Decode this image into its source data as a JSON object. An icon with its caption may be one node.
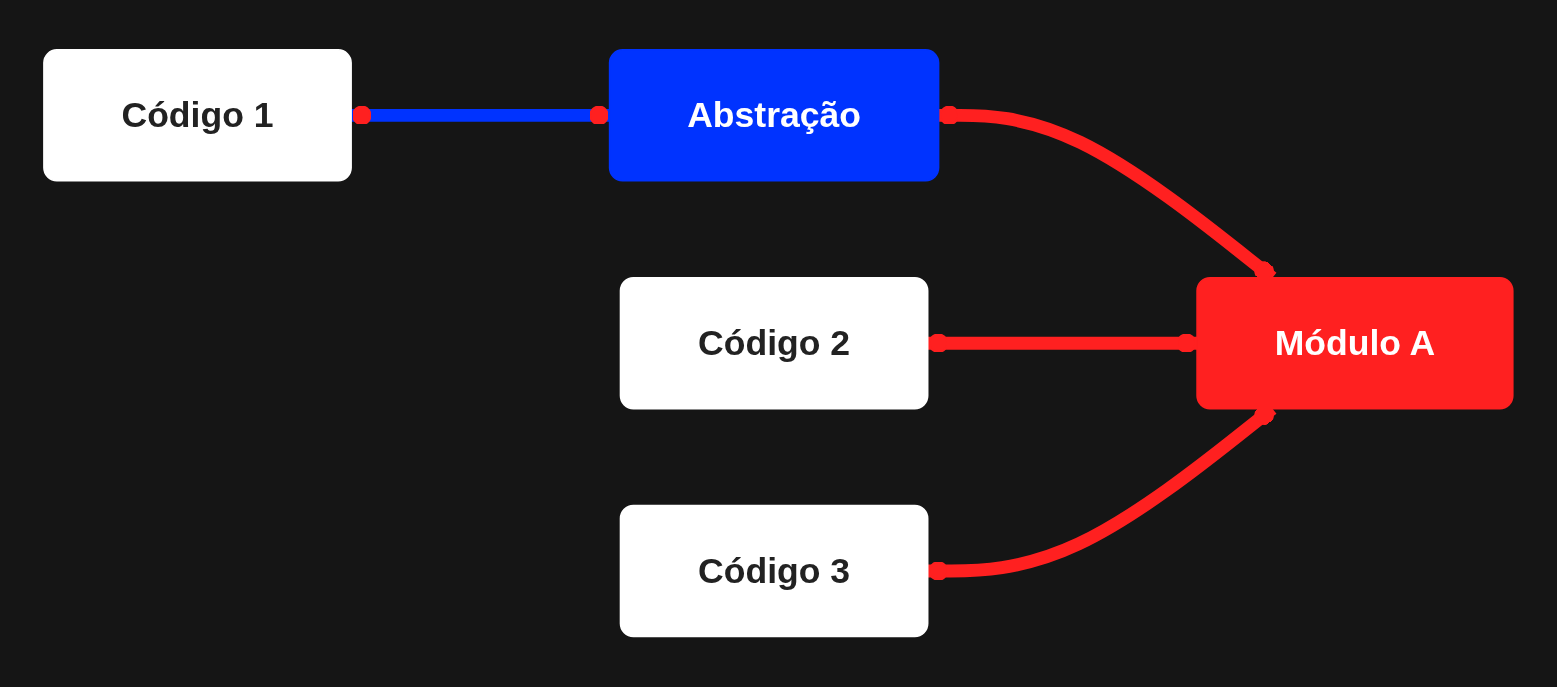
{
  "diagram": {
    "nodes": [
      {
        "text": [
          "Código 1"
        ]
      },
      {
        "text": [
          "Abstração"
        ]
      },
      {
        "text": [
          "Código 2"
        ]
      },
      {
        "text": [
          "Código 3"
        ]
      },
      {
        "text": [
          "Módulo A"
        ]
      }
    ],
    "edges": [
      {
        "from": 0,
        "to": 1,
        "arrow": "other",
        "color": "#0033ff"
      },
      {
        "from": 1,
        "to": 4,
        "arrow": "other"
      },
      {
        "from": 2,
        "to": 4,
        "arrow": "other"
      },
      {
        "from": 3,
        "to": 4,
        "arrow": "other"
      }
    ]
  }
}
